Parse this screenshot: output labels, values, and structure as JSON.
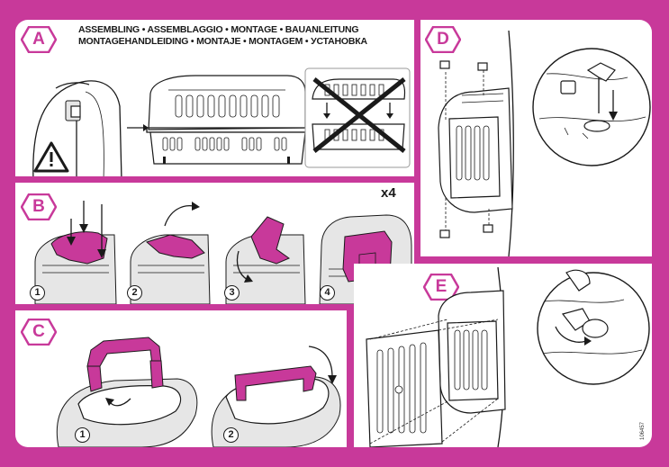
{
  "page": {
    "background_color": "#c8399a",
    "accent_color": "#c8399a",
    "line_color": "#1a1a1a"
  },
  "title": {
    "line1": "ASSEMBLING • ASSEMBLAGGIO • MONTAGE • BAUANLEITUNG",
    "line2": "MONTAGEHANDLEIDING • MONTAJE • MONTAGEM • УСТАНОВКА"
  },
  "sections": {
    "a": {
      "letter": "A",
      "warning_icon": "warning-triangle-icon"
    },
    "b": {
      "letter": "B",
      "repeat": "x4",
      "steps": [
        "1",
        "2",
        "3",
        "4"
      ]
    },
    "c": {
      "letter": "C",
      "steps": [
        "1",
        "2"
      ]
    },
    "d": {
      "letter": "D"
    },
    "e": {
      "letter": "E"
    }
  },
  "product_code": "106457"
}
